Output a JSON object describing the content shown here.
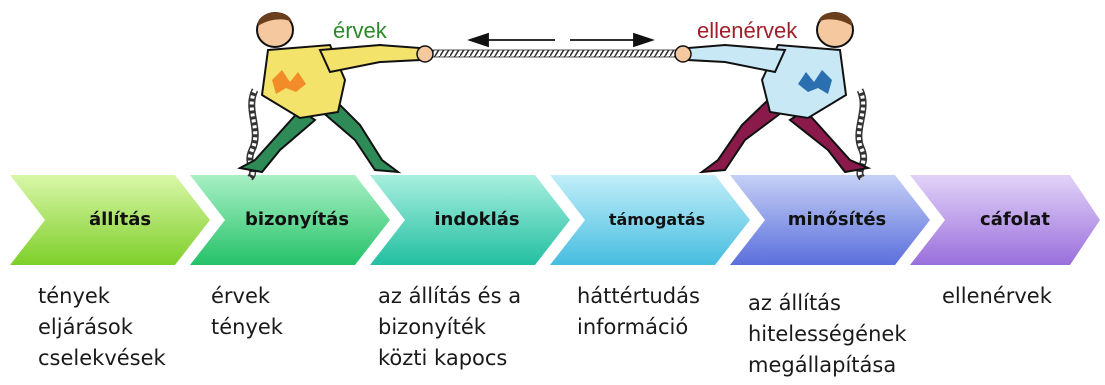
{
  "top_labels": {
    "pro": "érvek",
    "con": "ellenérvek"
  },
  "steps": [
    {
      "title": "állítás",
      "desc": "tények\neljárások\ncselekvések",
      "color": "#8fdc3a"
    },
    {
      "title": "bizonyítás",
      "desc": "érvek\ntények",
      "color": "#34c97a"
    },
    {
      "title": "indoklás",
      "desc": "az állítás és a\nbizonyíték\nközti kapocs",
      "color": "#2ec4a8"
    },
    {
      "title": "támogatás",
      "desc": "háttértudás\ninformáció",
      "color": "#5cc8e6"
    },
    {
      "title": "minősítés",
      "desc": "az állítás\nhitelességének\nmegállapítása",
      "color": "#6f82e0"
    },
    {
      "title": "cáfolat",
      "desc": "ellenérvek",
      "color": "#a67ee0"
    }
  ],
  "icons": [
    "left-man-pulling-icon",
    "right-man-pulling-icon",
    "rope-icon",
    "double-arrow-icon"
  ]
}
